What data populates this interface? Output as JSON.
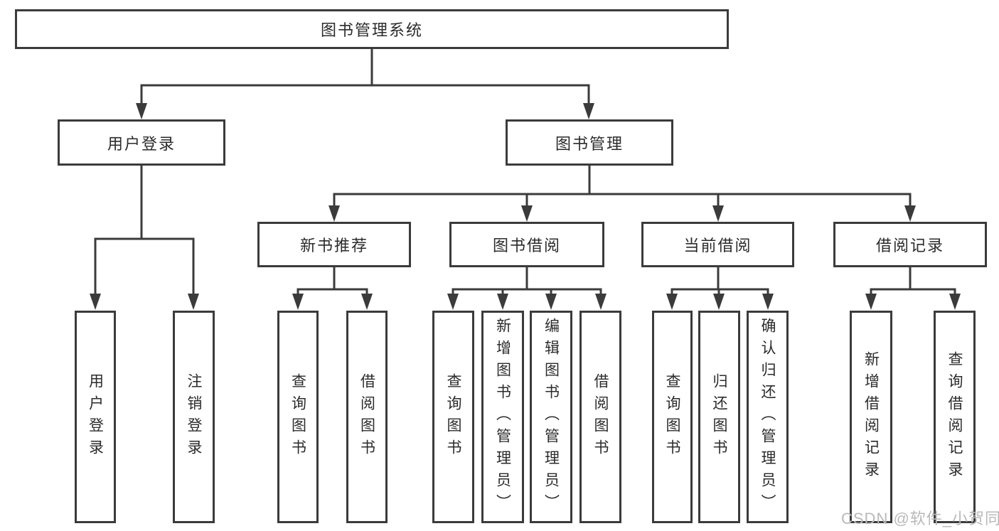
{
  "diagram": {
    "title": "图书管理系统",
    "branches": [
      {
        "label": "用户登录",
        "children": [
          {
            "label": "用户登录"
          },
          {
            "label": "注销登录"
          }
        ]
      },
      {
        "label": "图书管理",
        "groups": [
          {
            "label": "新书推荐",
            "children": [
              {
                "label": "查询图书"
              },
              {
                "label": "借阅图书"
              }
            ]
          },
          {
            "label": "图书借阅",
            "children": [
              {
                "label": "查询图书"
              },
              {
                "label": "新增图书（管理员）"
              },
              {
                "label": "编辑图书（管理员）"
              },
              {
                "label": "借阅图书"
              }
            ]
          },
          {
            "label": "当前借阅",
            "children": [
              {
                "label": "查询图书"
              },
              {
                "label": "归还图书"
              },
              {
                "label": "确认归还（管理员）"
              }
            ]
          },
          {
            "label": "借阅记录",
            "children": [
              {
                "label": "新增借阅记录"
              },
              {
                "label": "查询借阅记录"
              }
            ]
          }
        ]
      }
    ]
  },
  "watermark": {
    "text": "CSDN @软件_小贺同学"
  },
  "colors": {
    "line": "#3b3b3b",
    "box_border": "#3b3b3b",
    "text": "#2b2b2b",
    "watermark": "#b9b9b9",
    "background": "#ffffff"
  }
}
